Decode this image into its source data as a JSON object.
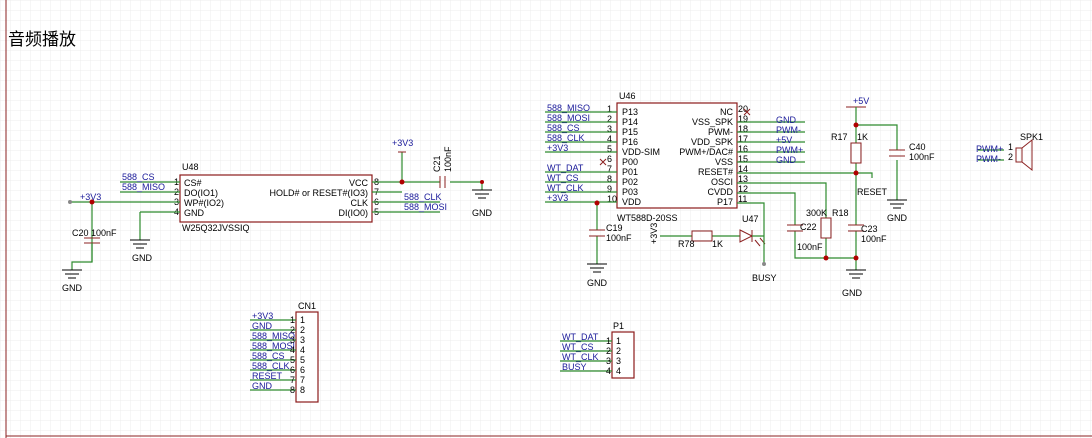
{
  "title": "音频播放",
  "u48": {
    "ref": "U48",
    "part": "W25Q32JVSSIQ",
    "left_pins": [
      {
        "num": "1",
        "name": "CS#",
        "net": "588_CS"
      },
      {
        "num": "2",
        "name": "DO(IO1)",
        "net": "588_MISO"
      },
      {
        "num": "3",
        "name": "WP#(IO2)",
        "net": ""
      },
      {
        "num": "4",
        "name": "GND",
        "net": ""
      }
    ],
    "right_pins": [
      {
        "num": "8",
        "name": "VCC",
        "net": ""
      },
      {
        "num": "7",
        "name": "HOLD# or RESET#(IO3)",
        "net": ""
      },
      {
        "num": "6",
        "name": "CLK",
        "net": "588_CLK"
      },
      {
        "num": "5",
        "name": "DI(IO0)",
        "net": "588_MOSI"
      }
    ],
    "power_left": "+3V3",
    "power_top": "+3V3",
    "gnd_left": "GND",
    "gnd_right": "GND"
  },
  "c20": {
    "ref": "C20",
    "value": "100nF",
    "gnd": "GND"
  },
  "c21": {
    "ref": "C21",
    "value": "100nF"
  },
  "u46": {
    "ref": "U46",
    "part": "WT588D-20SS",
    "left_pins": [
      {
        "num": "1",
        "name": "P13",
        "net": "588_MISO"
      },
      {
        "num": "2",
        "name": "P14",
        "net": "588_MOSI"
      },
      {
        "num": "3",
        "name": "P15",
        "net": "588_CS"
      },
      {
        "num": "4",
        "name": "P16",
        "net": "588_CLK"
      },
      {
        "num": "5",
        "name": "VDD-SIM",
        "net": "+3V3"
      },
      {
        "num": "6",
        "name": "P00",
        "net": ""
      },
      {
        "num": "7",
        "name": "P01",
        "net": "WT_DAT"
      },
      {
        "num": "8",
        "name": "P02",
        "net": "WT_CS"
      },
      {
        "num": "9",
        "name": "P03",
        "net": "WT_CLK"
      },
      {
        "num": "10",
        "name": "VDD",
        "net": "+3V3"
      }
    ],
    "right_pins": [
      {
        "num": "20",
        "name": "NC",
        "net": ""
      },
      {
        "num": "19",
        "name": "VSS_SPK",
        "net": "GND"
      },
      {
        "num": "18",
        "name": "PWM-",
        "net": "PWM-"
      },
      {
        "num": "17",
        "name": "VDD_SPK",
        "net": "+5V"
      },
      {
        "num": "16",
        "name": "PWM+/DAC#",
        "net": "PWM+"
      },
      {
        "num": "15",
        "name": "VSS",
        "net": "GND"
      },
      {
        "num": "14",
        "name": "RESET#",
        "net": ""
      },
      {
        "num": "13",
        "name": "OSCI",
        "net": ""
      },
      {
        "num": "12",
        "name": "CVDD",
        "net": ""
      },
      {
        "num": "11",
        "name": "P17",
        "net": ""
      }
    ]
  },
  "c19": {
    "ref": "C19",
    "value": "100nF",
    "gnd": "GND"
  },
  "r78": {
    "ref": "R78",
    "value": "1K",
    "power": "+3V3"
  },
  "u47": {
    "ref": "U47",
    "label": "BUSY"
  },
  "r17": {
    "ref": "R17",
    "value": "1K",
    "power": "+5V",
    "net": "RESET"
  },
  "r18": {
    "ref": "R18",
    "value": "300K"
  },
  "c22": {
    "ref": "C22",
    "value": "100nF"
  },
  "c23": {
    "ref": "C23",
    "value": "100nF",
    "gnd": "GND"
  },
  "c40": {
    "ref": "C40",
    "value": "100nF",
    "gnd": "GND"
  },
  "spk1": {
    "ref": "SPK1",
    "pins": [
      {
        "num": "1",
        "net": "PWM+"
      },
      {
        "num": "2",
        "net": "PWM-"
      }
    ]
  },
  "cn1": {
    "ref": "CN1",
    "pins": [
      {
        "num": "1",
        "net": "+3V3"
      },
      {
        "num": "2",
        "net": "GND"
      },
      {
        "num": "3",
        "net": "588_MISO"
      },
      {
        "num": "4",
        "net": "588_MOSI"
      },
      {
        "num": "5",
        "net": "588_CS"
      },
      {
        "num": "6",
        "net": "588_CLK"
      },
      {
        "num": "7",
        "net": "RESET"
      },
      {
        "num": "8",
        "net": "GND"
      }
    ]
  },
  "p1": {
    "ref": "P1",
    "pins": [
      {
        "num": "1",
        "net": "WT_DAT"
      },
      {
        "num": "2",
        "net": "WT_CS"
      },
      {
        "num": "3",
        "net": "WT_CLK"
      },
      {
        "num": "4",
        "net": "BUSY"
      }
    ]
  }
}
